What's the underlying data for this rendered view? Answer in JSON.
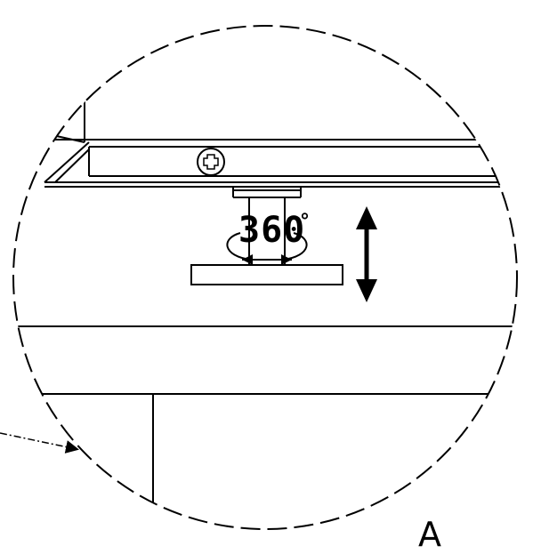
{
  "detail": {
    "rotation_label": "360",
    "degree_symbol": "°",
    "view_letter": "A"
  },
  "icons": {
    "screw": "phillips-screw-icon",
    "height_adjust": "double-vertical-arrow-icon",
    "rotation": "rotation-arrow-icon",
    "leader": "dash-dot-leader-arrow"
  },
  "colors": {
    "line": "#000000",
    "background": "#ffffff"
  }
}
